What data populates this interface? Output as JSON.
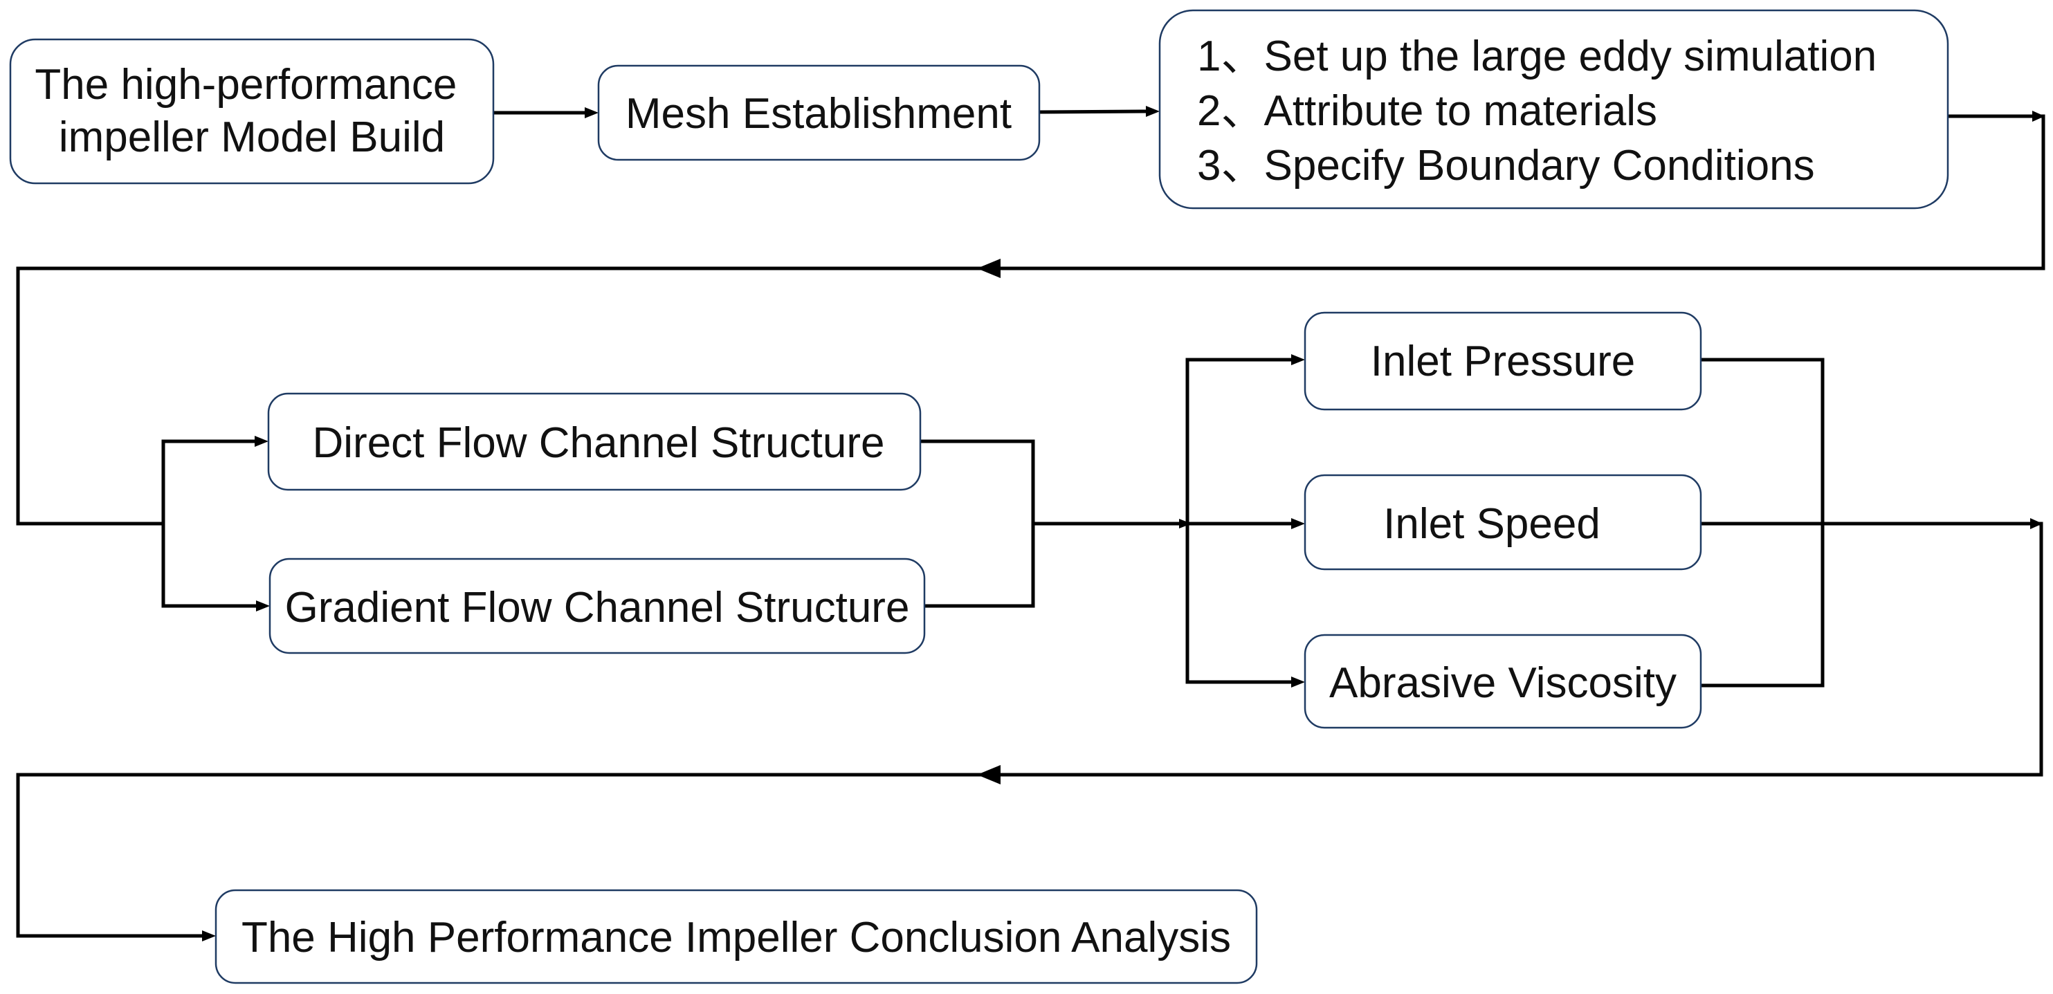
{
  "diagram": {
    "title": "High-performance impeller simulation workflow",
    "colors": {
      "box_border": "#1f3b63",
      "connector": "#000000",
      "text": "#111111",
      "background": "#ffffff"
    },
    "nodes": {
      "model_build": {
        "lines": [
          "The high-performance",
          "impeller Model Build"
        ]
      },
      "mesh": {
        "label": "Mesh Establishment"
      },
      "setup": {
        "lines": [
          "1、Set up the large eddy simulation",
          "2、Attribute to materials",
          "3、Specify Boundary Conditions"
        ]
      },
      "direct_flow": {
        "label": "Direct Flow Channel Structure"
      },
      "gradient_flow": {
        "label": "Gradient Flow Channel Structure"
      },
      "inlet_pressure": {
        "label": "Inlet Pressure"
      },
      "inlet_speed": {
        "label": "Inlet Speed"
      },
      "abrasive_viscosity": {
        "label": "Abrasive Viscosity"
      },
      "conclusion": {
        "label": "The High Performance Impeller Conclusion Analysis"
      }
    },
    "edges": [
      {
        "from": "model_build",
        "to": "mesh"
      },
      {
        "from": "mesh",
        "to": "setup"
      },
      {
        "from": "setup",
        "to": "direct_flow"
      },
      {
        "from": "setup",
        "to": "gradient_flow"
      },
      {
        "from": "direct_flow",
        "to": "inlet_pressure"
      },
      {
        "from": "direct_flow",
        "to": "inlet_speed"
      },
      {
        "from": "direct_flow",
        "to": "abrasive_viscosity"
      },
      {
        "from": "gradient_flow",
        "to": "inlet_pressure"
      },
      {
        "from": "gradient_flow",
        "to": "inlet_speed"
      },
      {
        "from": "gradient_flow",
        "to": "abrasive_viscosity"
      },
      {
        "from": "inlet_pressure",
        "to": "conclusion"
      },
      {
        "from": "inlet_speed",
        "to": "conclusion"
      },
      {
        "from": "abrasive_viscosity",
        "to": "conclusion"
      }
    ]
  }
}
